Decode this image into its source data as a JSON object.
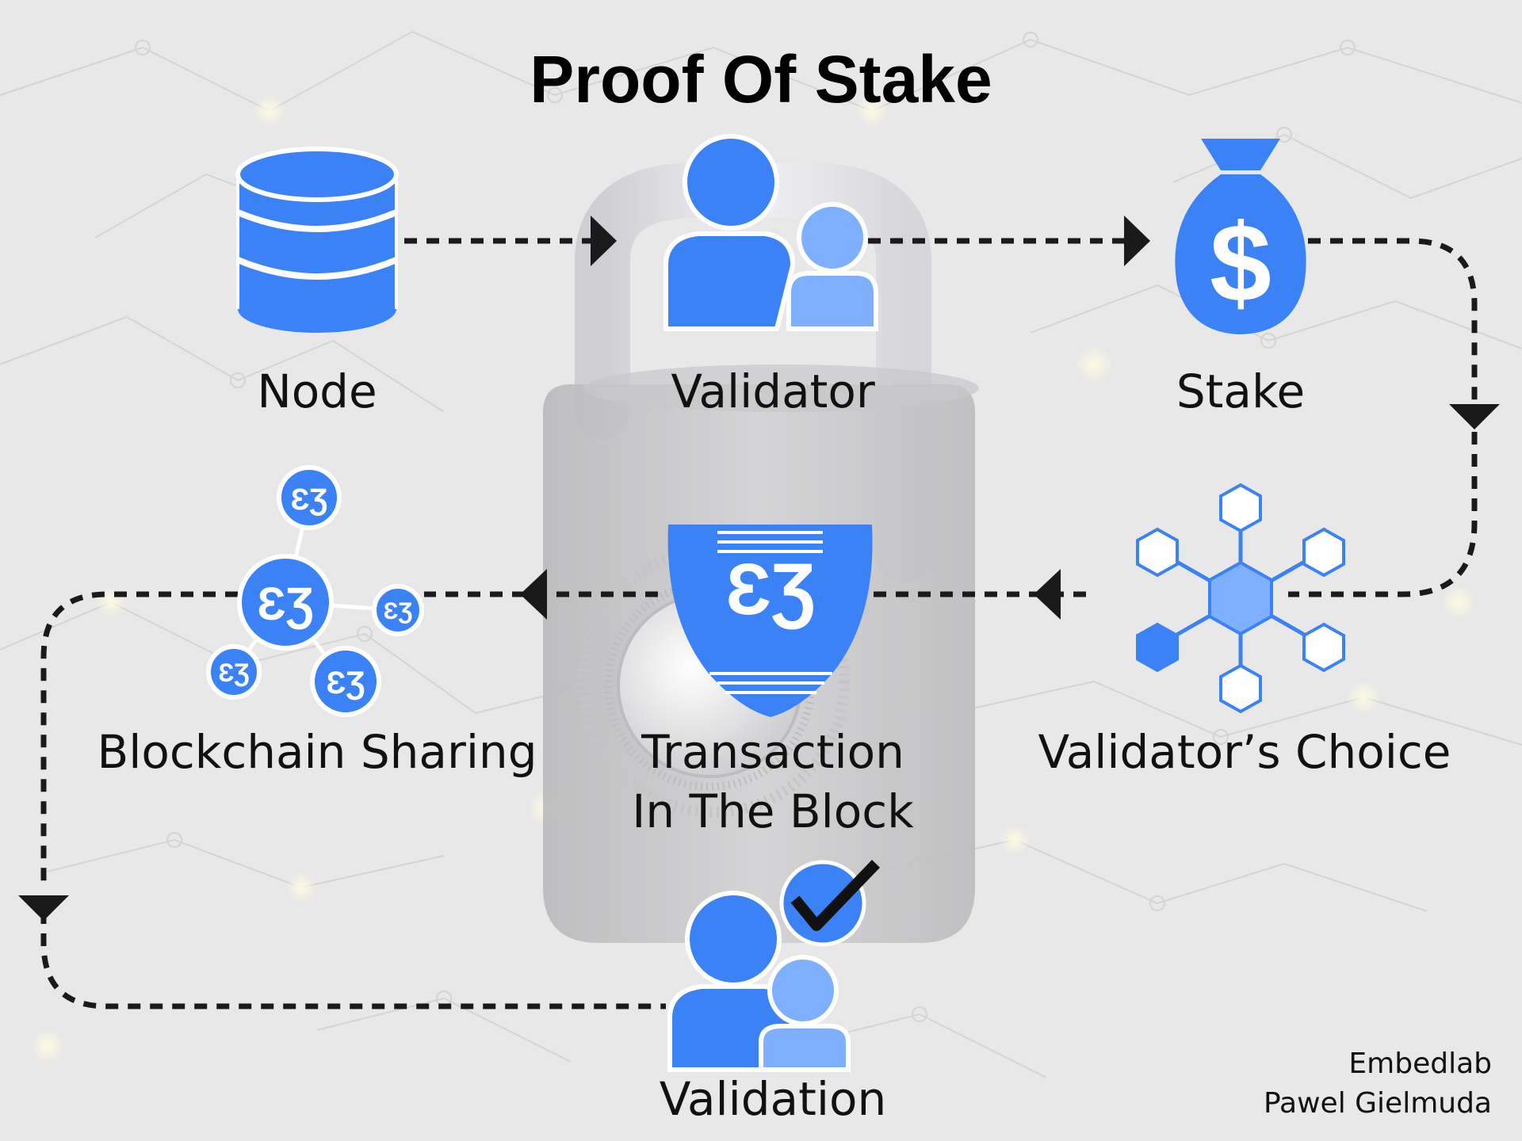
{
  "title": "Proof Of Stake",
  "nodes": {
    "node": "Node",
    "validator": "Validator",
    "stake": "Stake",
    "validators_choice": "Validator’s Choice",
    "transaction_line1": "Transaction",
    "transaction_line2": "In The Block",
    "blockchain_sharing": "Blockchain Sharing",
    "validation": "Validation"
  },
  "credits": {
    "company": "Embedlab",
    "author": "Pawel Gielmuda"
  },
  "colors": {
    "primary_blue": "#3b82f6",
    "light_blue": "#7fb0ff",
    "arrow": "#1a1a1a",
    "background": "#e8e8e8"
  },
  "icons": {
    "node": "database-icon",
    "validator": "users-icon",
    "stake": "money-bag-icon",
    "validators_choice": "hexagon-network-icon",
    "transaction": "shield-icon",
    "blockchain_sharing": "network-nodes-icon",
    "validation": "verified-users-icon",
    "background": "padlock-icon"
  }
}
